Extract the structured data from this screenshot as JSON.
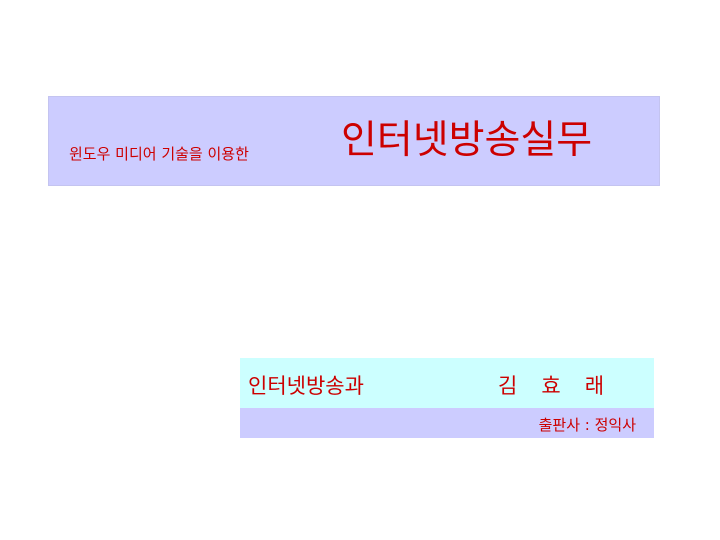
{
  "title": {
    "subtitle": "윈도우 미디어 기술을 이용한",
    "main": "인터넷방송실무"
  },
  "author": {
    "department": "인터넷방송과",
    "name": "김   효   래",
    "publisher": "출판사 : 정익사"
  },
  "colors": {
    "text": "#cc0000",
    "title_bg": "#ccccff",
    "author_row1_bg": "#ccffff",
    "author_row2_bg": "#ccccff"
  }
}
